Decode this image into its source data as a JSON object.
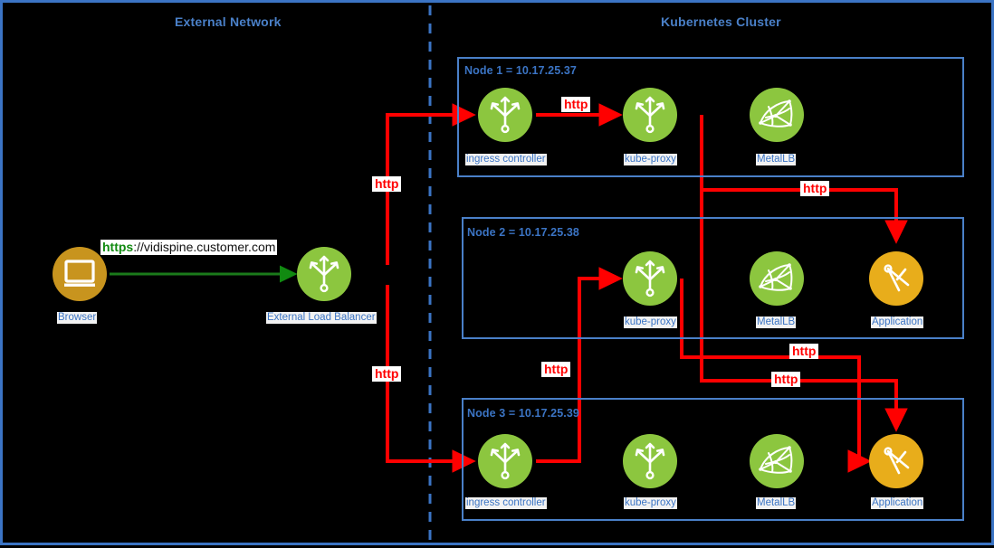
{
  "diagram": {
    "title": "Kubernetes ingress traffic flow",
    "colors": {
      "border": "#3b74c4",
      "zone_title": "#4a80c8",
      "node_green": "#8cc63f",
      "node_amber": "#e8ad1b",
      "node_bronze": "#c8941e",
      "http_red": "#ff0000",
      "https_green": "#118a11",
      "background": "#000000"
    }
  },
  "zones": [
    {
      "id": "external",
      "title": "External Network"
    },
    {
      "id": "cluster",
      "title": "Kubernetes Cluster"
    }
  ],
  "external": {
    "browser": {
      "label": "Browser",
      "icon": "monitor-icon"
    },
    "load_balancer": {
      "label": "External Load Balancer",
      "icon": "load-balancer-icon"
    },
    "request": {
      "scheme": "https",
      "rest": "://vidispine.customer.com",
      "full": "https://vidispine.customer.com"
    }
  },
  "nodes": [
    {
      "id": "node1",
      "label": "Node 1 = 10.17.25.37",
      "name": "Node 1",
      "ip": "10.17.25.37",
      "components": [
        {
          "label": "ingress controller",
          "icon": "load-balancer-icon",
          "color": "green"
        },
        {
          "label": "kube-proxy",
          "icon": "load-balancer-icon",
          "color": "green"
        },
        {
          "label": "MetalLB",
          "icon": "mesh-net-icon",
          "color": "green"
        }
      ]
    },
    {
      "id": "node2",
      "label": "Node 2 = 10.17.25.38",
      "name": "Node 2",
      "ip": "10.17.25.38",
      "components": [
        {
          "label": "kube-proxy",
          "icon": "load-balancer-icon",
          "color": "green"
        },
        {
          "label": "MetalLB",
          "icon": "mesh-net-icon",
          "color": "green"
        },
        {
          "label": "Application",
          "icon": "compass-icon",
          "color": "amber"
        }
      ]
    },
    {
      "id": "node3",
      "label": "Node 3 = 10.17.25.39",
      "name": "Node 3",
      "ip": "10.17.25.39",
      "components": [
        {
          "label": "ingress controller",
          "icon": "load-balancer-icon",
          "color": "green"
        },
        {
          "label": "kube-proxy",
          "icon": "load-balancer-icon",
          "color": "green"
        },
        {
          "label": "MetalLB",
          "icon": "mesh-net-icon",
          "color": "green"
        },
        {
          "label": "Application",
          "icon": "compass-icon",
          "color": "amber"
        }
      ]
    }
  ],
  "flow_labels": {
    "lb_to_node1": "http",
    "lb_to_node3": "http",
    "ingress1_to_kubeproxy1": "http",
    "kubeproxy1_to_app2": "http",
    "ingress3_to_kubeproxy2": "http",
    "kubeproxy1_to_app3": "http",
    "kubeproxy2_to_app3": "http"
  }
}
